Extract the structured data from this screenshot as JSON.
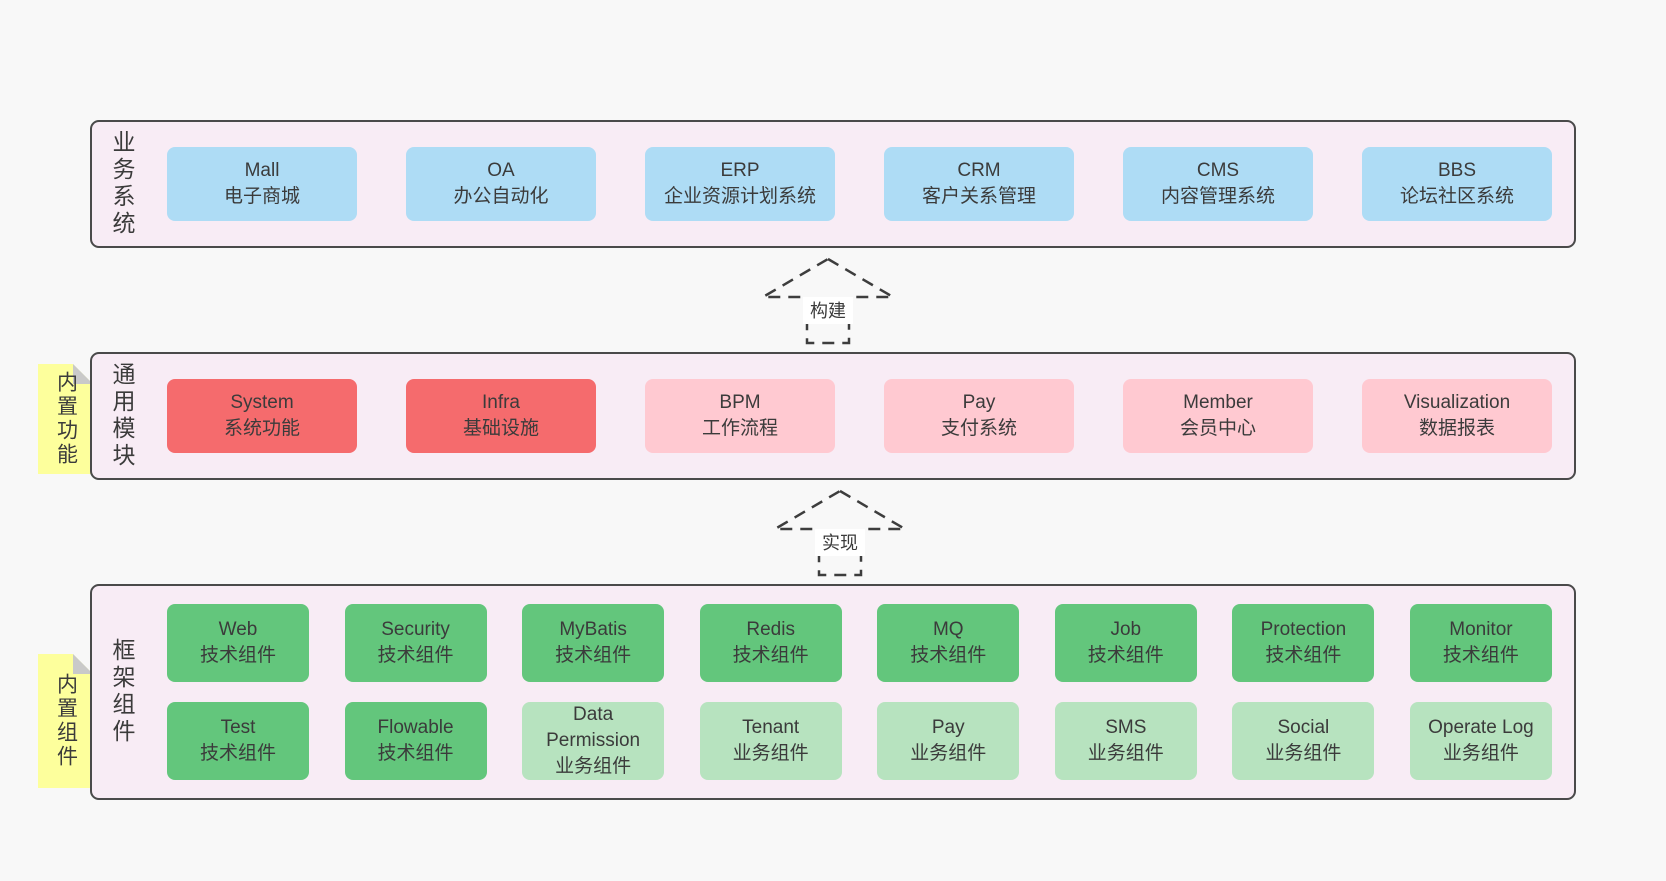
{
  "palette": {
    "page_bg": "#f8f8f8",
    "layer_bg": "#f8ecf5",
    "layer_border": "#4a4a4a",
    "text": "#3b3b3b",
    "blue": "#aedcf5",
    "red": "#f56b6d",
    "pink": "#ffc9d1",
    "green": "#63c67c",
    "lightgreen": "#b7e3bf",
    "sticky": "#fdff9c",
    "sticky_fold": "#c9c9c9",
    "arrow": "#3d3d3d",
    "arrow_label_bg": "#ffffff"
  },
  "stickies": [
    {
      "text": "内置功能"
    },
    {
      "text": "内置组件"
    }
  ],
  "arrows": [
    {
      "label": "构建"
    },
    {
      "label": "实现"
    }
  ],
  "layers": [
    {
      "label": "业务系统",
      "boxes": [
        {
          "name": "Mall",
          "desc": "电子商城",
          "variant": "blue"
        },
        {
          "name": "OA",
          "desc": "办公自动化",
          "variant": "blue"
        },
        {
          "name": "ERP",
          "desc": "企业资源计划系统",
          "variant": "blue"
        },
        {
          "name": "CRM",
          "desc": "客户关系管理",
          "variant": "blue"
        },
        {
          "name": "CMS",
          "desc": "内容管理系统",
          "variant": "blue"
        },
        {
          "name": "BBS",
          "desc": "论坛社区系统",
          "variant": "blue"
        }
      ]
    },
    {
      "label": "通用模块",
      "boxes": [
        {
          "name": "System",
          "desc": "系统功能",
          "variant": "red"
        },
        {
          "name": "Infra",
          "desc": "基础设施",
          "variant": "red"
        },
        {
          "name": "BPM",
          "desc": "工作流程",
          "variant": "pink"
        },
        {
          "name": "Pay",
          "desc": "支付系统",
          "variant": "pink"
        },
        {
          "name": "Member",
          "desc": "会员中心",
          "variant": "pink"
        },
        {
          "name": "Visualization",
          "desc": "数据报表",
          "variant": "pink"
        }
      ]
    },
    {
      "label": "框架组件",
      "rows": [
        [
          {
            "name": "Web",
            "desc": "技术组件",
            "variant": "green"
          },
          {
            "name": "Security",
            "desc": "技术组件",
            "variant": "green"
          },
          {
            "name": "MyBatis",
            "desc": "技术组件",
            "variant": "green"
          },
          {
            "name": "Redis",
            "desc": "技术组件",
            "variant": "green"
          },
          {
            "name": "MQ",
            "desc": "技术组件",
            "variant": "green"
          },
          {
            "name": "Job",
            "desc": "技术组件",
            "variant": "green"
          },
          {
            "name": "Protection",
            "desc": "技术组件",
            "variant": "green"
          },
          {
            "name": "Monitor",
            "desc": "技术组件",
            "variant": "green"
          }
        ],
        [
          {
            "name": "Test",
            "desc": "技术组件",
            "variant": "green"
          },
          {
            "name": "Flowable",
            "desc": "技术组件",
            "variant": "green"
          },
          {
            "name": "Data Permission",
            "desc": "业务组件",
            "variant": "lightgreen"
          },
          {
            "name": "Tenant",
            "desc": "业务组件",
            "variant": "lightgreen"
          },
          {
            "name": "Pay",
            "desc": "业务组件",
            "variant": "lightgreen"
          },
          {
            "name": "SMS",
            "desc": "业务组件",
            "variant": "lightgreen"
          },
          {
            "name": "Social",
            "desc": "业务组件",
            "variant": "lightgreen"
          },
          {
            "name": "Operate Log",
            "desc": "业务组件",
            "variant": "lightgreen"
          }
        ]
      ]
    }
  ]
}
